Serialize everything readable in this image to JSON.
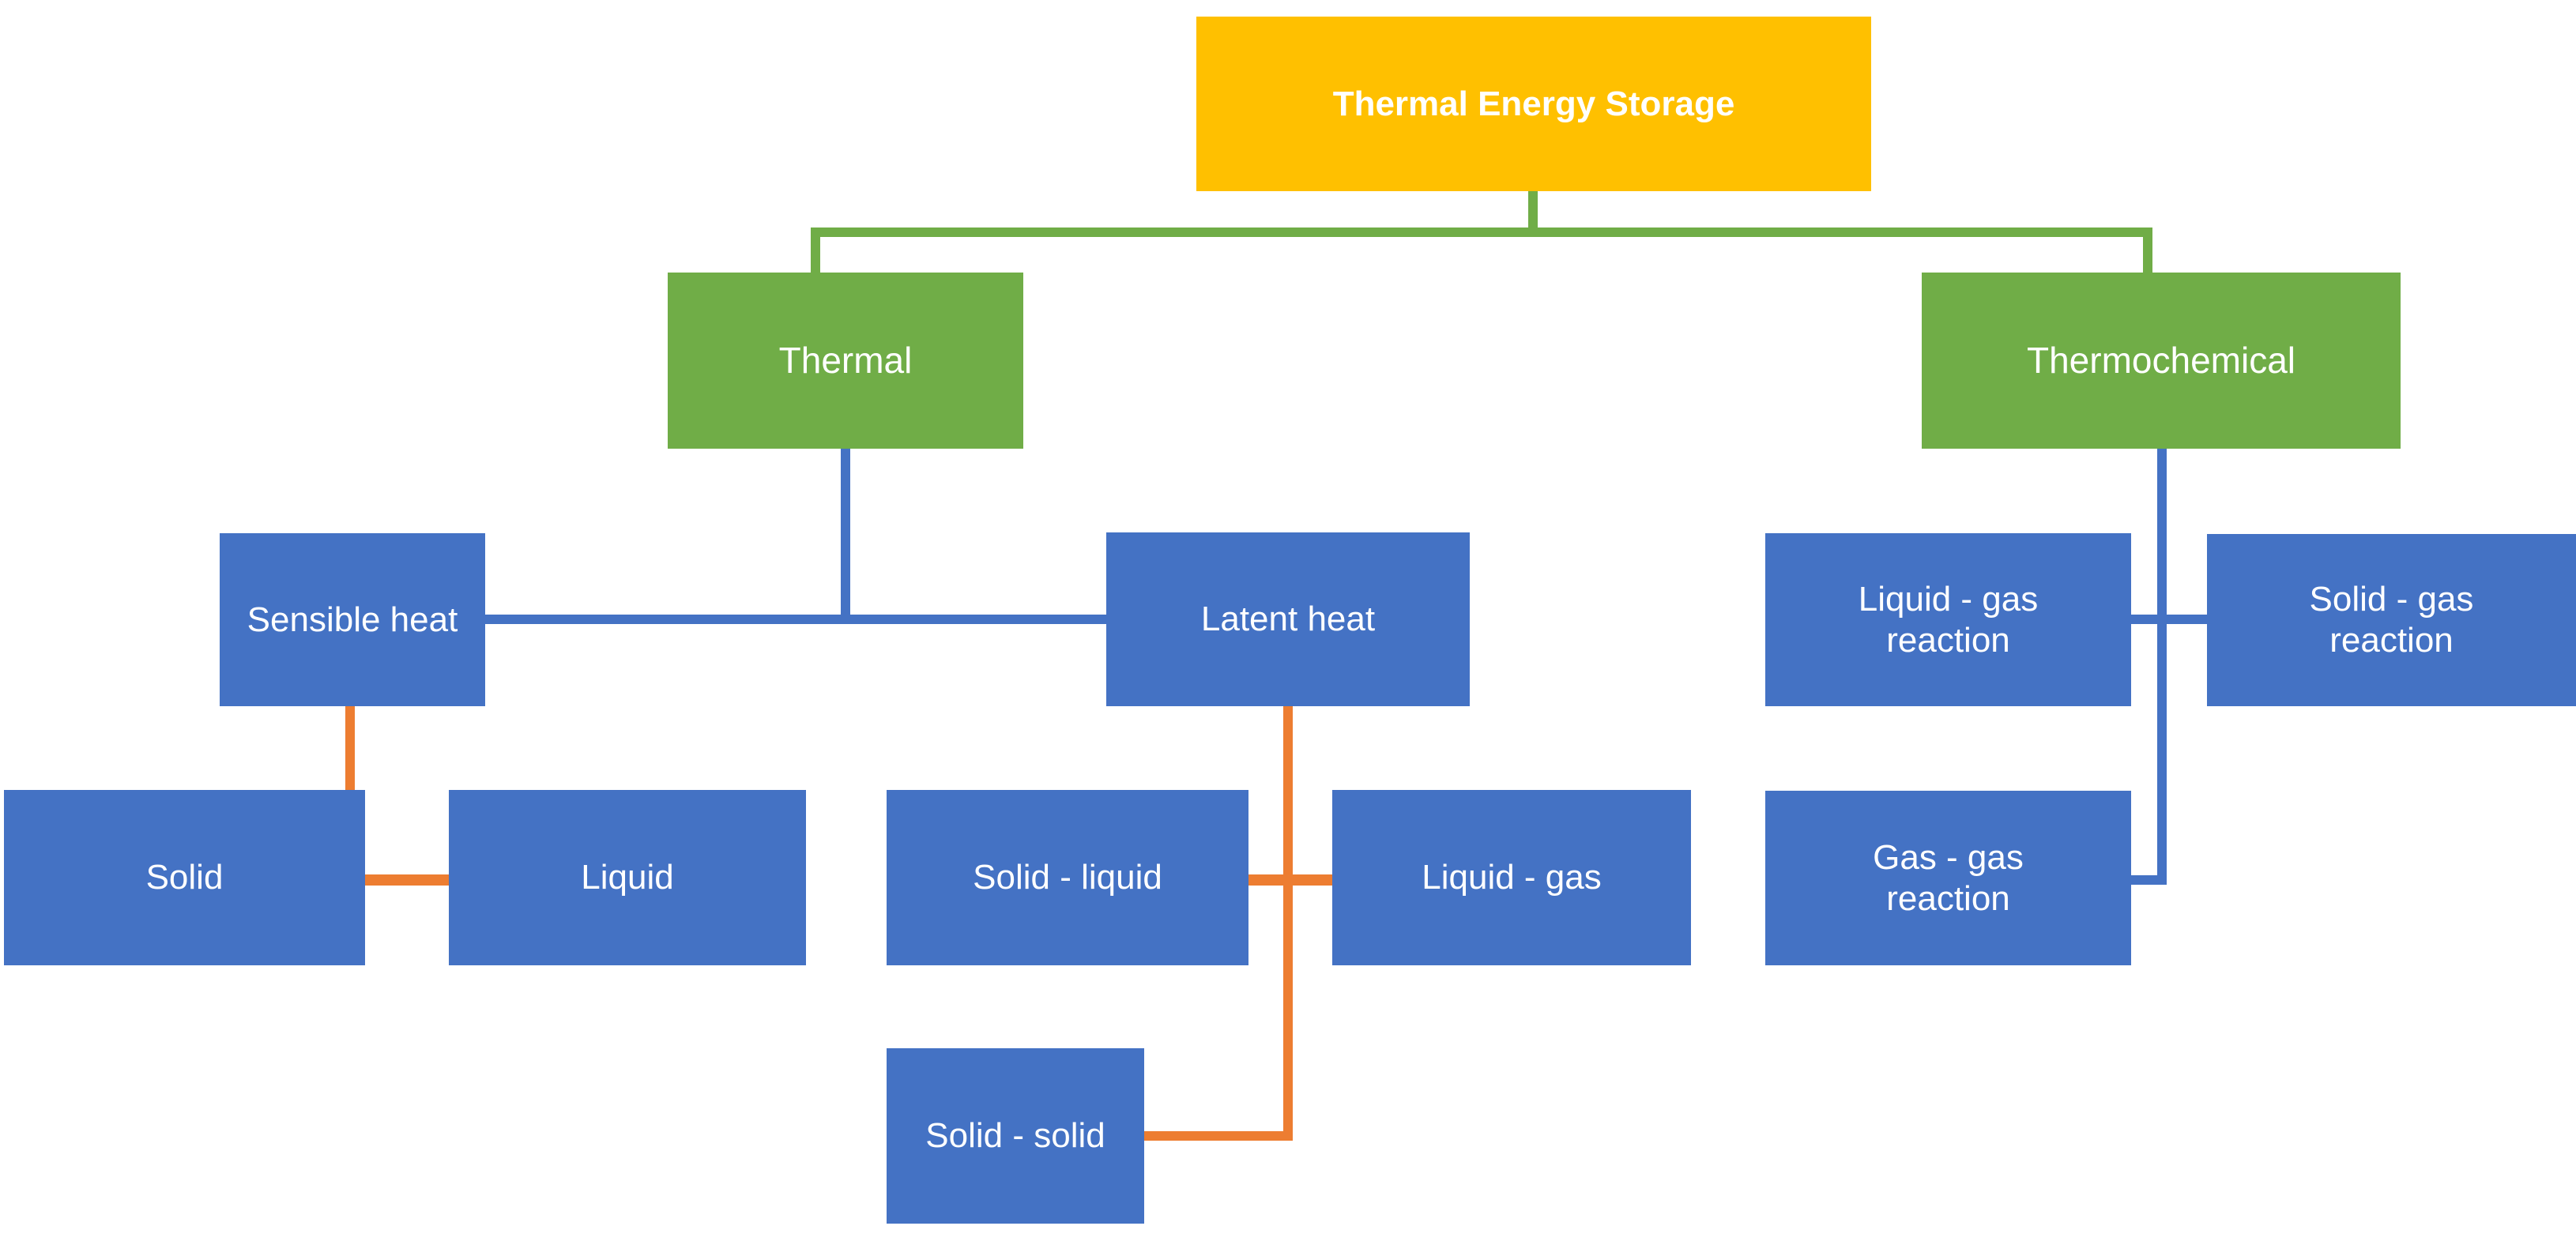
{
  "diagram": {
    "title": "Thermal Energy Storage",
    "colors": {
      "root": "#FFC000",
      "branch": "#70AD47",
      "leaf": "#4472C4",
      "connector_root": "#70AD47",
      "connector_branch": "#4472C4",
      "connector_leaf": "#ED7D31",
      "text": "#FFFFFF",
      "background": "#FFFFFF"
    },
    "nodes": {
      "root": {
        "label": "Thermal Energy Storage"
      },
      "level1": [
        {
          "label": "Thermal"
        },
        {
          "label": "Thermochemical"
        }
      ],
      "level2_thermal": [
        {
          "label": "Sensible heat"
        },
        {
          "label": "Latent heat"
        }
      ],
      "level2_thermochemical": [
        {
          "label": "Liquid - gas\nreaction"
        },
        {
          "label": "Solid - gas\nreaction"
        },
        {
          "label": "Gas - gas\nreaction"
        }
      ],
      "level3_sensible": [
        {
          "label": "Solid"
        },
        {
          "label": "Liquid"
        }
      ],
      "level3_latent": [
        {
          "label": "Solid - liquid"
        },
        {
          "label": "Liquid - gas"
        },
        {
          "label": "Solid - solid"
        }
      ]
    },
    "labels": {
      "root": "Thermal Energy Storage",
      "thermal": "Thermal",
      "thermochemical": "Thermochemical",
      "sensible_heat": "Sensible heat",
      "latent_heat": "Latent heat",
      "solid": "Solid",
      "liquid": "Liquid",
      "solid_liquid": "Solid - liquid",
      "liquid_gas": "Liquid - gas",
      "solid_solid": "Solid - solid",
      "liquid_gas_reaction_l1": "Liquid - gas",
      "liquid_gas_reaction_l2": "reaction",
      "solid_gas_reaction_l1": "Solid - gas",
      "solid_gas_reaction_l2": "reaction",
      "gas_gas_reaction_l1": "Gas - gas",
      "gas_gas_reaction_l2": "reaction"
    }
  }
}
